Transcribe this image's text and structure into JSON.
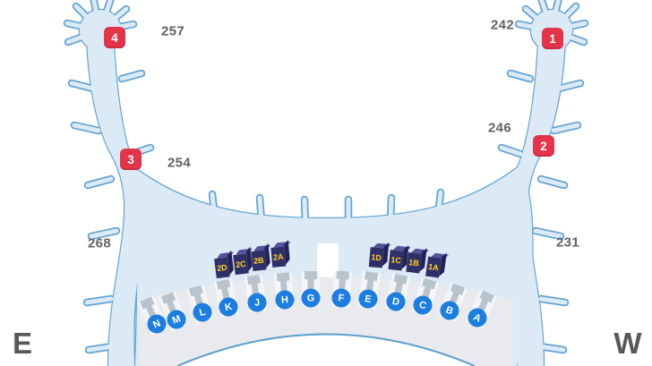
{
  "terminal": {
    "east_label": "E",
    "west_label": "W"
  },
  "gates": [
    {
      "label": "257"
    },
    {
      "label": "254"
    },
    {
      "label": "268"
    },
    {
      "label": "242"
    },
    {
      "label": "246"
    },
    {
      "label": "231"
    }
  ],
  "checkpoints": [
    {
      "label": "1"
    },
    {
      "label": "2"
    },
    {
      "label": "3"
    },
    {
      "label": "4"
    }
  ],
  "kiosks": [
    {
      "label": "2D"
    },
    {
      "label": "2C"
    },
    {
      "label": "2B"
    },
    {
      "label": "2A"
    },
    {
      "label": "1D"
    },
    {
      "label": "1C"
    },
    {
      "label": "1B"
    },
    {
      "label": "1A"
    }
  ],
  "doors": [
    {
      "label": "N"
    },
    {
      "label": "M"
    },
    {
      "label": "L"
    },
    {
      "label": "K"
    },
    {
      "label": "J"
    },
    {
      "label": "H"
    },
    {
      "label": "G"
    },
    {
      "label": "F"
    },
    {
      "label": "E"
    },
    {
      "label": "D"
    },
    {
      "label": "C"
    },
    {
      "label": "B"
    },
    {
      "label": "A"
    }
  ],
  "colors": {
    "concourse_fill": "#dbeaf5",
    "concourse_outline": "#64a4d5",
    "terminal_band": "#e9eaed",
    "pillar_gray": "#b9c3cb",
    "checkpoint_red": "#e4344a",
    "door_blue": "#1c7ee0",
    "kiosk_navy": "#312f68",
    "kiosk_label_yellow": "#ffd41d",
    "map_label_gray": "#606265"
  }
}
